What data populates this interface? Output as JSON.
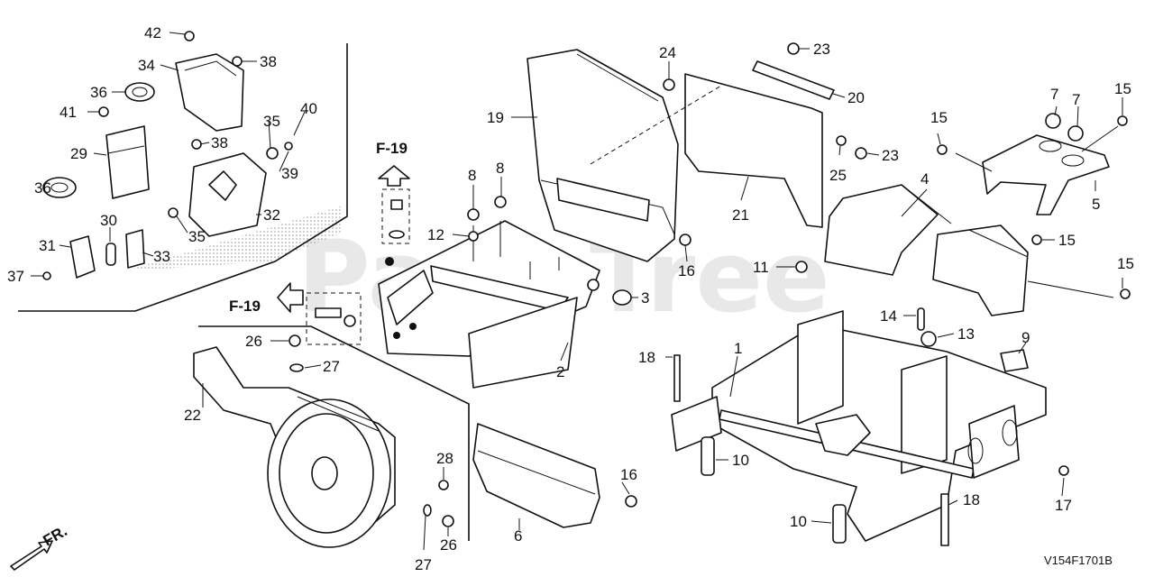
{
  "watermark": "PartsTree",
  "diagram_code": "V154F1701B",
  "front_indicator": "FR.",
  "refs": {
    "upper": "F-19",
    "left": "F-19"
  },
  "callouts": [
    {
      "id": "c42",
      "text": "42"
    },
    {
      "id": "c34",
      "text": "34"
    },
    {
      "id": "c38a",
      "text": "38"
    },
    {
      "id": "c36a",
      "text": "36"
    },
    {
      "id": "c41",
      "text": "41"
    },
    {
      "id": "c35a",
      "text": "35"
    },
    {
      "id": "c40",
      "text": "40"
    },
    {
      "id": "c38b",
      "text": "38"
    },
    {
      "id": "c29",
      "text": "29"
    },
    {
      "id": "c39",
      "text": "39"
    },
    {
      "id": "c36b",
      "text": "36"
    },
    {
      "id": "c32",
      "text": "32"
    },
    {
      "id": "c30",
      "text": "30"
    },
    {
      "id": "c35b",
      "text": "35"
    },
    {
      "id": "c31",
      "text": "31"
    },
    {
      "id": "c33",
      "text": "33"
    },
    {
      "id": "c37",
      "text": "37"
    },
    {
      "id": "c19",
      "text": "19"
    },
    {
      "id": "c24",
      "text": "24"
    },
    {
      "id": "c23a",
      "text": "23"
    },
    {
      "id": "c20",
      "text": "20"
    },
    {
      "id": "c25",
      "text": "25"
    },
    {
      "id": "c23b",
      "text": "23"
    },
    {
      "id": "c21",
      "text": "21"
    },
    {
      "id": "c8a",
      "text": "8"
    },
    {
      "id": "c8b",
      "text": "8"
    },
    {
      "id": "c12",
      "text": "12"
    },
    {
      "id": "c16a",
      "text": "16"
    },
    {
      "id": "c3",
      "text": "3"
    },
    {
      "id": "c2",
      "text": "2"
    },
    {
      "id": "c11",
      "text": "11"
    },
    {
      "id": "c4",
      "text": "4"
    },
    {
      "id": "c7a",
      "text": "7"
    },
    {
      "id": "c7b",
      "text": "7"
    },
    {
      "id": "c15a",
      "text": "15"
    },
    {
      "id": "c15b",
      "text": "15"
    },
    {
      "id": "c5",
      "text": "5"
    },
    {
      "id": "c15c",
      "text": "15"
    },
    {
      "id": "c15d",
      "text": "15"
    },
    {
      "id": "c14",
      "text": "14"
    },
    {
      "id": "c13",
      "text": "13"
    },
    {
      "id": "c9",
      "text": "9"
    },
    {
      "id": "c18a",
      "text": "18"
    },
    {
      "id": "c1",
      "text": "1"
    },
    {
      "id": "c10a",
      "text": "10"
    },
    {
      "id": "c17",
      "text": "17"
    },
    {
      "id": "c18b",
      "text": "18"
    },
    {
      "id": "c10b",
      "text": "10"
    },
    {
      "id": "c26a",
      "text": "26"
    },
    {
      "id": "c27a",
      "text": "27"
    },
    {
      "id": "c22",
      "text": "22"
    },
    {
      "id": "c28",
      "text": "28"
    },
    {
      "id": "c16b",
      "text": "16"
    },
    {
      "id": "c6",
      "text": "6"
    },
    {
      "id": "c27b",
      "text": "27"
    },
    {
      "id": "c26b",
      "text": "26"
    }
  ]
}
